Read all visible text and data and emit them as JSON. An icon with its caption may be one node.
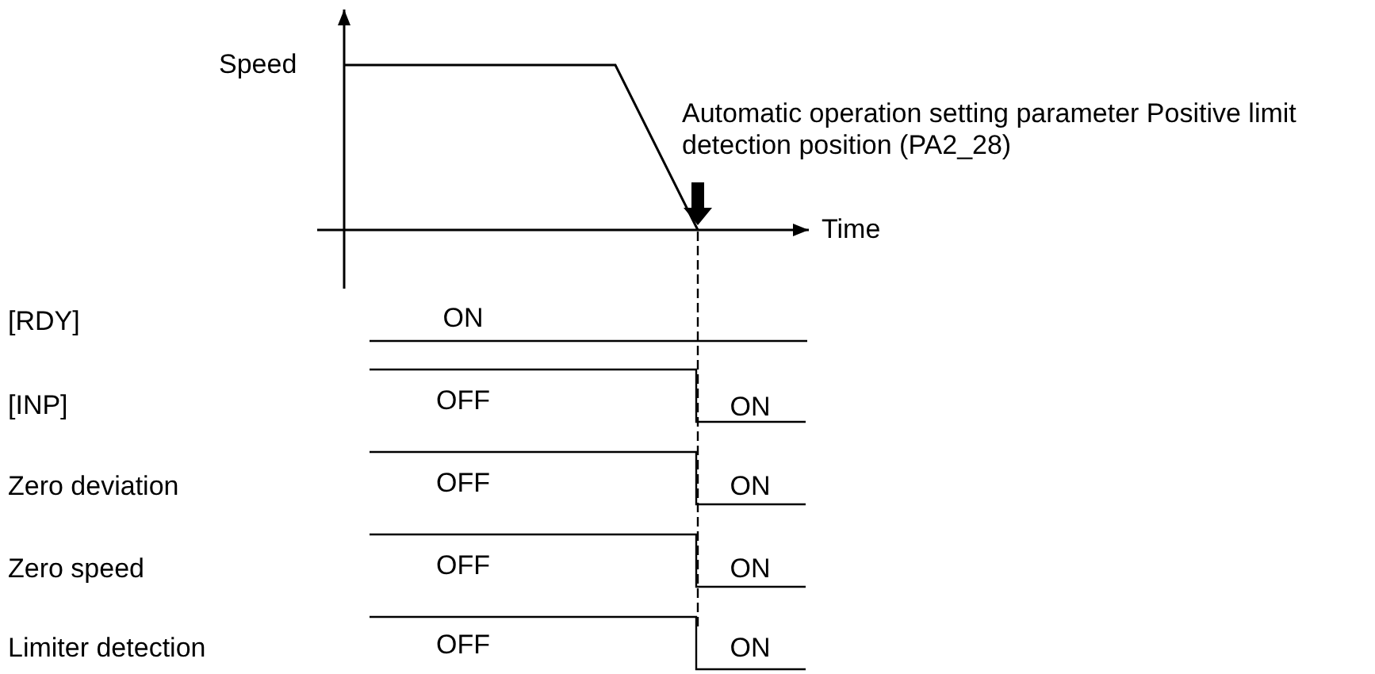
{
  "diagram": {
    "labels": [
      "Speed",
      "Automatic operation setting parameter Positive limit detection position (PA2_28)",
      "Time",
      "[RDY]",
      "ON",
      "[INP]",
      "OFF",
      "ON",
      "Zero deviation",
      "OFF",
      "ON",
      "Zero speed",
      "OFF",
      "ON",
      "Limiter detection",
      "OFF",
      "ON"
    ]
  }
}
